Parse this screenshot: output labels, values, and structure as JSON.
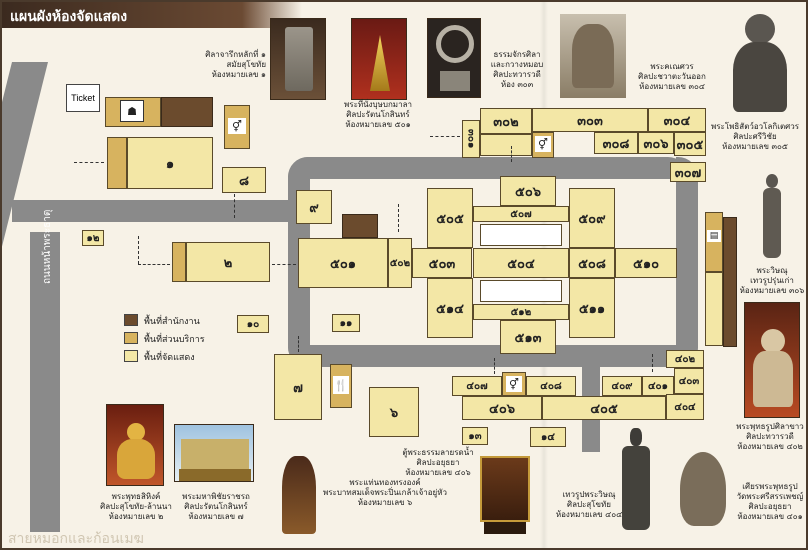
{
  "title": "แผนผังห้องจัดแสดง",
  "watermark": "สายหมอกและก้อนเมฆ",
  "road_label": "ถนนหน้าพระธาตุ",
  "ticket_label": "Ticket",
  "legend": [
    {
      "color": "#6b4b2d",
      "label": "พื้นที่สำนักงาน"
    },
    {
      "color": "#d7b35f",
      "label": "พื้นที่ส่วนบริการ"
    },
    {
      "color": "#f3e7a6",
      "label": "พื้นที่จัดแสดง"
    }
  ],
  "rooms": {
    "r1": "๑",
    "r2": "๒",
    "r7": "๗",
    "r8": "๘",
    "r9": "๙",
    "r10": "๑๐",
    "r11": "๑๑",
    "r12": "๑๒",
    "r13": "๑๓",
    "r14": "๑๔",
    "r301": "๓๐๑",
    "r302": "๓๐๒",
    "r303": "๓๐๓",
    "r304": "๓๐๔",
    "r305": "๓๐๕",
    "r306": "๓๐๖",
    "r307": "๓๐๗",
    "r308": "๓๐๘",
    "r401": "๔๐๑",
    "r402": "๔๐๒",
    "r403": "๔๐๓",
    "r404": "๔๐๔",
    "r405": "๔๐๕",
    "r406": "๔๐๖",
    "r407": "๔๐๗",
    "r408": "๔๐๘",
    "r409": "๔๐๙",
    "r501": "๕๐๑",
    "r502": "๕๐๒",
    "r503": "๕๐๓",
    "r504": "๕๐๔",
    "r505": "๕๐๕",
    "r506": "๕๐๖",
    "r507": "๕๐๗",
    "r508": "๕๐๘",
    "r509": "๕๐๙",
    "r510": "๕๑๐",
    "r511": "๕๑๑",
    "r512": "๕๑๒",
    "r513": "๕๑๓",
    "r514": "๕๑๔",
    "r6": "๖"
  },
  "captions": {
    "c1": "ศิลาจารึกหลักที่ ๑\nสมัยสุโขทัย\nห้องหมายเลข ๑",
    "c2": "พระที่นั่งบุษบกมาลา\nศิลปะรัตนโกสินทร์\nห้องหมายเลข ๕๐๑",
    "c3": "ธรรมจักรศิลา\nและกวางหมอบ\nศิลปะทวารวดี\nห้อง ๓๐๓",
    "c4": "พระคเณศวร\nศิลปะชวาตะวันออก\nห้องหมายเลข ๓๐๔",
    "c5": "พระโพธิสัตว์อวโลกิเตศวร\nศิลปะศรีวิชัย\nห้องหมายเลข ๓๐๕",
    "c6": "พระวิษณุ\nเทวรูปรุ่นเก่า\nห้องหมายเลข ๓๐๖",
    "c7": "พระพุทธรูปศิลาขาว\nศิลปะทวารวดี\nห้องหมายเลข ๔๐๒",
    "c8": "เศียรพระพุทธรูป\nวัดพระศรีสรรเพชญ์\nศิลปะอยุธยา\nห้องหมายเลข ๔๐๑",
    "c9": "เทวรูปพระวิษณุ\nศิลปะสุโขทัย\nห้องหมายเลข ๔๐๔",
    "c10": "ตู้พระธรรมลายรดน้ำ ศิลปะอยุธยา\nห้องหมายเลข ๔๐๖",
    "c11": "พระแท่นทองทรงองค์\nพระบาทสมเด็จพระปิ่นเกล้าเจ้าอยู่หัว\nห้องหมายเลข ๖",
    "c12": "พระพุทธสิหิงค์\nศิลปะสุโขทัย-ล้านนา\nห้องหมายเลข ๒",
    "c13": "พระมหาพิชัยราชรถ\nศิลปะรัตนโกสินทร์\nห้องหมายเลข ๗"
  }
}
